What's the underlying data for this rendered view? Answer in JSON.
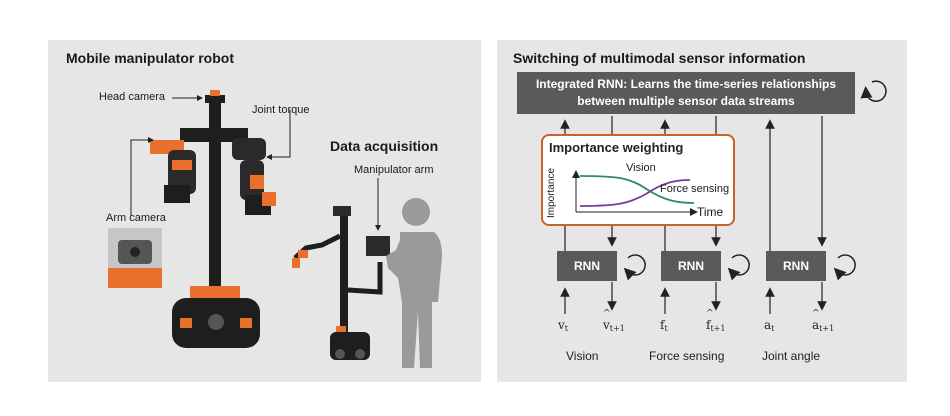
{
  "left_panel": {
    "title": "Mobile manipulator robot",
    "labels": {
      "head_camera": "Head camera",
      "joint_torque": "Joint torque",
      "arm_camera": "Arm camera",
      "data_acquisition": "Data acquisition",
      "manipulator_arm": "Manipulator arm"
    }
  },
  "right_panel": {
    "title": "Switching of multimodal sensor information",
    "integrated_rnn": {
      "line1": "Integrated RNN: Learns the time-series relationships",
      "line2": "between multiple sensor data streams"
    },
    "importance": {
      "title": "Importance weighting",
      "y_label": "Importance",
      "x_label": "Time",
      "series": [
        "Vision",
        "Force sensing"
      ]
    },
    "rnn_label": "RNN",
    "modalities": [
      {
        "name": "Vision",
        "input": "v",
        "input_sub": "t",
        "output": "v",
        "output_sub": "t+1"
      },
      {
        "name": "Force sensing",
        "input": "f",
        "input_sub": "t",
        "output": "f",
        "output_sub": "t+1"
      },
      {
        "name": "Joint angle",
        "input": "a",
        "input_sub": "t",
        "output": "a",
        "output_sub": "t+1"
      }
    ]
  },
  "colors": {
    "panel_bg": "#e6e6e6",
    "rnn_box": "#5a5a5a",
    "importance_border": "#c8642a",
    "vision_curve": "#2e8b66",
    "force_curve": "#7a3d9a",
    "robot_orange": "#e8702a",
    "robot_dark": "#1e1e1e",
    "human_silhouette": "#9a9a9a"
  }
}
